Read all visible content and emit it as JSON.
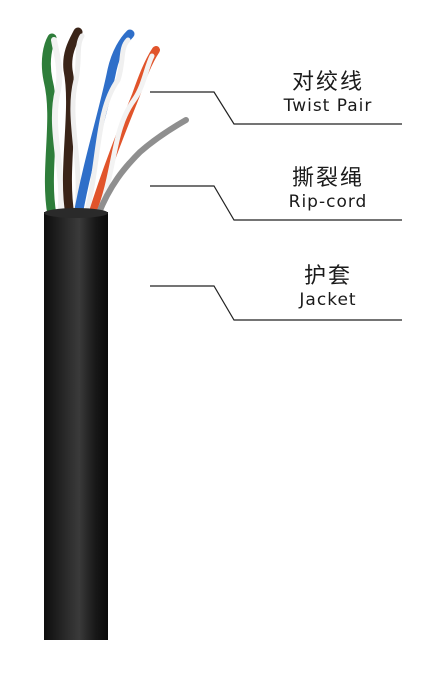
{
  "callouts": [
    {
      "zh": "对绞线",
      "en": "Twist Pair"
    },
    {
      "zh": "撕裂绳",
      "en": "Rip-cord"
    },
    {
      "zh": "护套",
      "en": "Jacket"
    }
  ],
  "colors": {
    "jacket": "#1b1b1b",
    "wire_green": "#2e7d3a",
    "wire_brown": "#3a2418",
    "wire_blue": "#2f6fc9",
    "wire_orange": "#e1542b",
    "ripcord": "#8f8f8f",
    "leader_line": "#222222"
  }
}
